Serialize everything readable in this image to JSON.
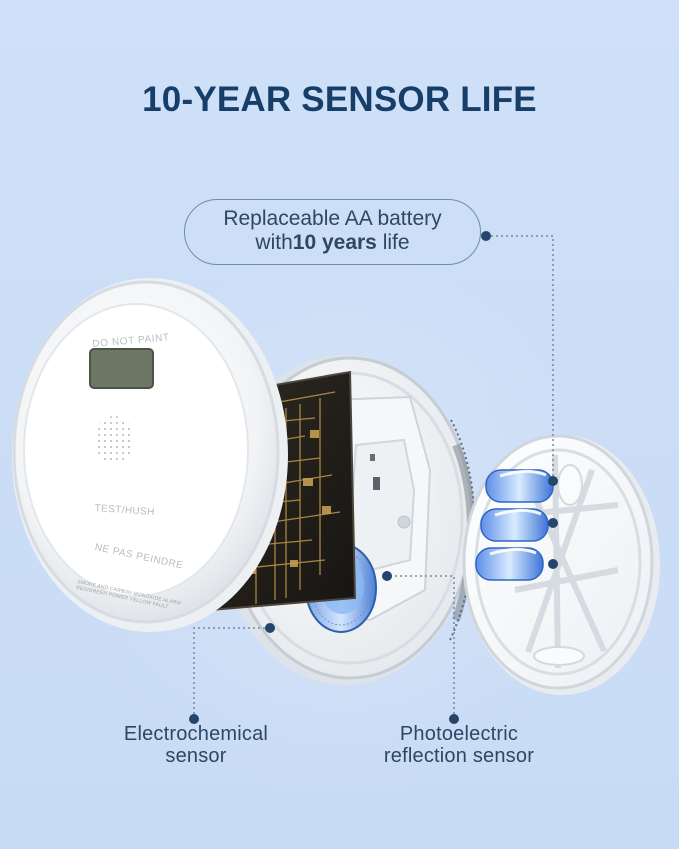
{
  "headline": "10-YEAR SENSOR LIFE",
  "battery_callout": {
    "line1": "Replaceable AA battery",
    "line2_prefix": "with",
    "line2_strong": "10 years",
    "line2_suffix": " life"
  },
  "sensor_labels": {
    "left_line1": "Electrochemical",
    "left_line2": "sensor",
    "right_line1": "Photoelectric",
    "right_line2": "reflection sensor"
  },
  "device_text": {
    "top": "DO NOT PAINT",
    "mid": "TEST/HUSH",
    "bottom": "NE PAS PEINDRE",
    "ring_1": "SMOKE AND CARBON MONOXIDE ALARM",
    "ring_2": "RED/GREEN POWER YELLOW FAULT"
  },
  "colors": {
    "background": "#c9dcf6",
    "text_primary": "#173e69",
    "text_secondary": "#2e4763",
    "outline": "#6f8ca8"
  }
}
